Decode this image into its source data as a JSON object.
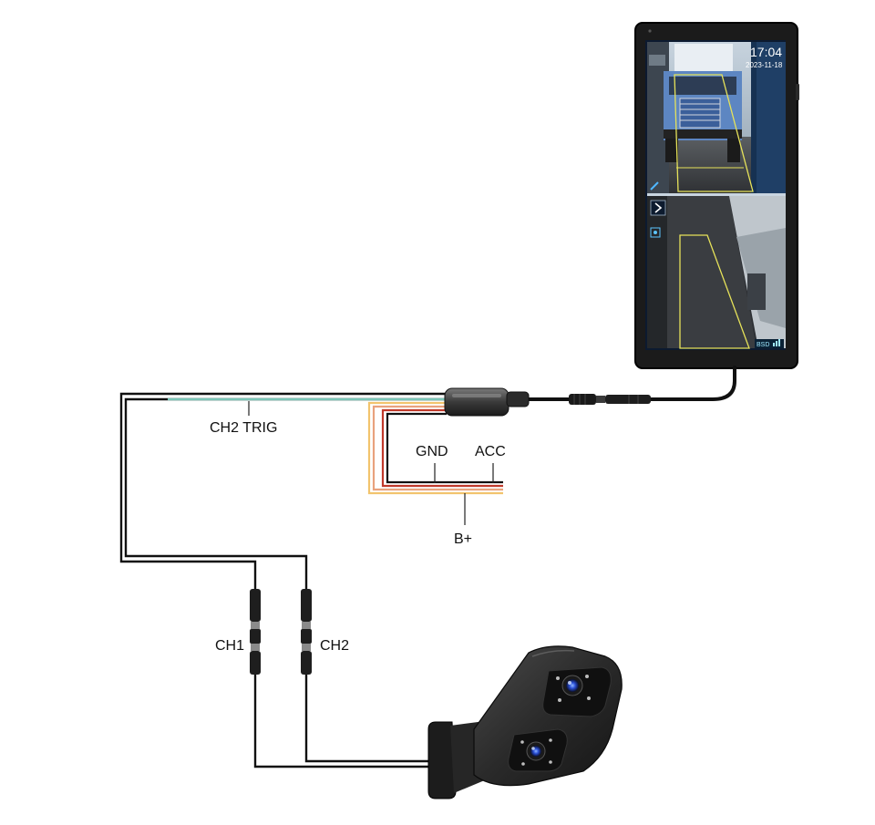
{
  "labels": {
    "ch2_trig": "CH2 TRIG",
    "gnd": "GND",
    "acc": "ACC",
    "b_plus": "B+",
    "ch1": "CH1",
    "ch2": "CH2"
  },
  "monitor": {
    "time": "17:04",
    "date": "2023-11-18",
    "bsd": "BSD"
  },
  "colors": {
    "cable": "#111111",
    "trigger_wire": "#7cc6b8",
    "red_wire": "#c0392b",
    "yellow_wire": "#f2c46d",
    "detection_box": "#e6e25a",
    "camera_body": "#2b2b2b"
  },
  "icons": {
    "arrow": "chevron-right-icon",
    "pencil": "pencil-icon",
    "settings": "settings-icon",
    "signal": "signal-icon"
  }
}
